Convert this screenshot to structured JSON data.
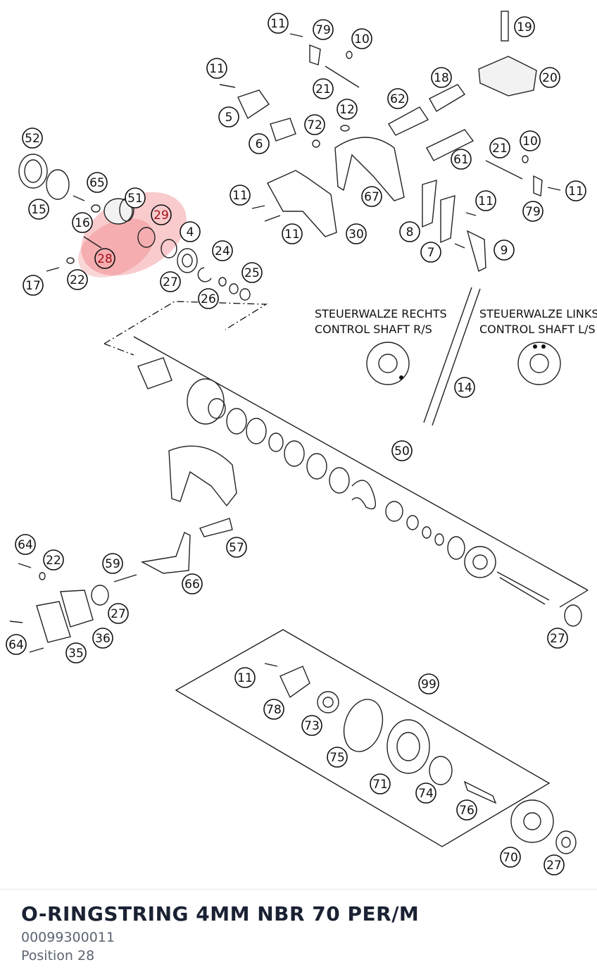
{
  "part": {
    "title": "O-RINGSTRING 4MM NBR 70 PER/M",
    "number": "00099300011",
    "position": "Position 28"
  },
  "diagram": {
    "shaft_labels": {
      "right_line1": "STEUERWALZE RECHTS",
      "right_line2": "CONTROL SHAFT R/S",
      "left_line1": "STEUERWALZE LINKS",
      "left_line2": "CONTROL SHAFT L/S"
    },
    "highlight_color": "#e8434a",
    "callouts": [
      "11",
      "79",
      "10",
      "19",
      "11",
      "21",
      "18",
      "20",
      "62",
      "12",
      "5",
      "72",
      "6",
      "52",
      "21",
      "10",
      "65",
      "51",
      "61",
      "11",
      "67",
      "11",
      "79",
      "15",
      "29",
      "16",
      "11",
      "8",
      "30",
      "4",
      "11",
      "7",
      "9",
      "24",
      "28",
      "22",
      "17",
      "27",
      "25",
      "26",
      "14",
      "50",
      "57",
      "64",
      "22",
      "59",
      "66",
      "27",
      "64",
      "36",
      "35",
      "27",
      "11",
      "99",
      "78",
      "73",
      "75",
      "71",
      "74",
      "76",
      "70",
      "27"
    ],
    "highlighted_callouts": [
      "28",
      "29"
    ]
  }
}
